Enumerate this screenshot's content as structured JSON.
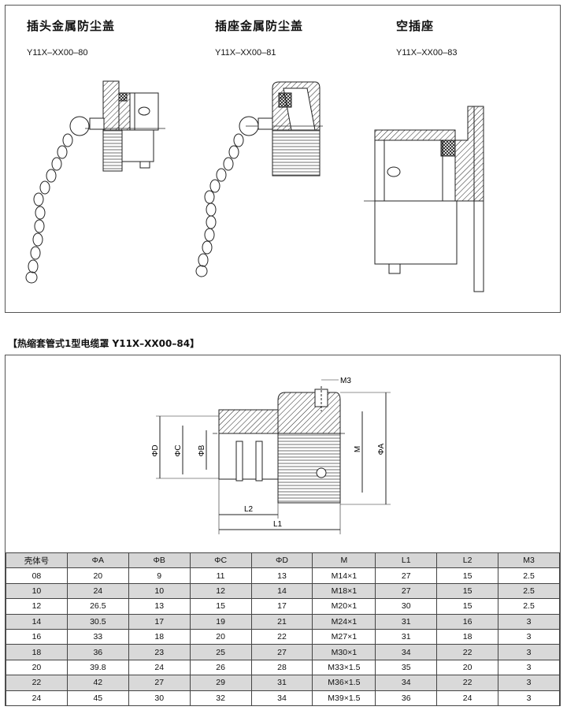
{
  "products": [
    {
      "title": "插头金属防尘盖",
      "code": "Y11X–XX00–80"
    },
    {
      "title": "插座金属防尘盖",
      "code": "Y11X–XX00–81"
    },
    {
      "title": "空插座",
      "code": "Y11X–XX00–83"
    }
  ],
  "section_heading": "【热缩套管式1型电缆罩  Y11X–XX00–84】",
  "dimension_labels": {
    "m3": "M3",
    "phi_d": "ΦD",
    "phi_c": "ΦC",
    "phi_b": "ΦB",
    "m": "M",
    "phi_a": "ΦA",
    "l2": "L2",
    "l1": "L1"
  },
  "table": {
    "headers": [
      "壳体号",
      "ΦA",
      "ΦB",
      "ΦC",
      "ΦD",
      "M",
      "L1",
      "L2",
      "M3"
    ],
    "rows": [
      [
        "08",
        "20",
        "9",
        "11",
        "13",
        "M14×1",
        "27",
        "15",
        "2.5"
      ],
      [
        "10",
        "24",
        "10",
        "12",
        "14",
        "M18×1",
        "27",
        "15",
        "2.5"
      ],
      [
        "12",
        "26.5",
        "13",
        "15",
        "17",
        "M20×1",
        "30",
        "15",
        "2.5"
      ],
      [
        "14",
        "30.5",
        "17",
        "19",
        "21",
        "M24×1",
        "31",
        "16",
        "3"
      ],
      [
        "16",
        "33",
        "18",
        "20",
        "22",
        "M27×1",
        "31",
        "18",
        "3"
      ],
      [
        "18",
        "36",
        "23",
        "25",
        "27",
        "M30×1",
        "34",
        "22",
        "3"
      ],
      [
        "20",
        "39.8",
        "24",
        "26",
        "28",
        "M33×1.5",
        "35",
        "20",
        "3"
      ],
      [
        "22",
        "42",
        "27",
        "29",
        "31",
        "M36×1.5",
        "34",
        "22",
        "3"
      ],
      [
        "24",
        "45",
        "30",
        "32",
        "34",
        "M39×1.5",
        "36",
        "24",
        "3"
      ]
    ]
  }
}
